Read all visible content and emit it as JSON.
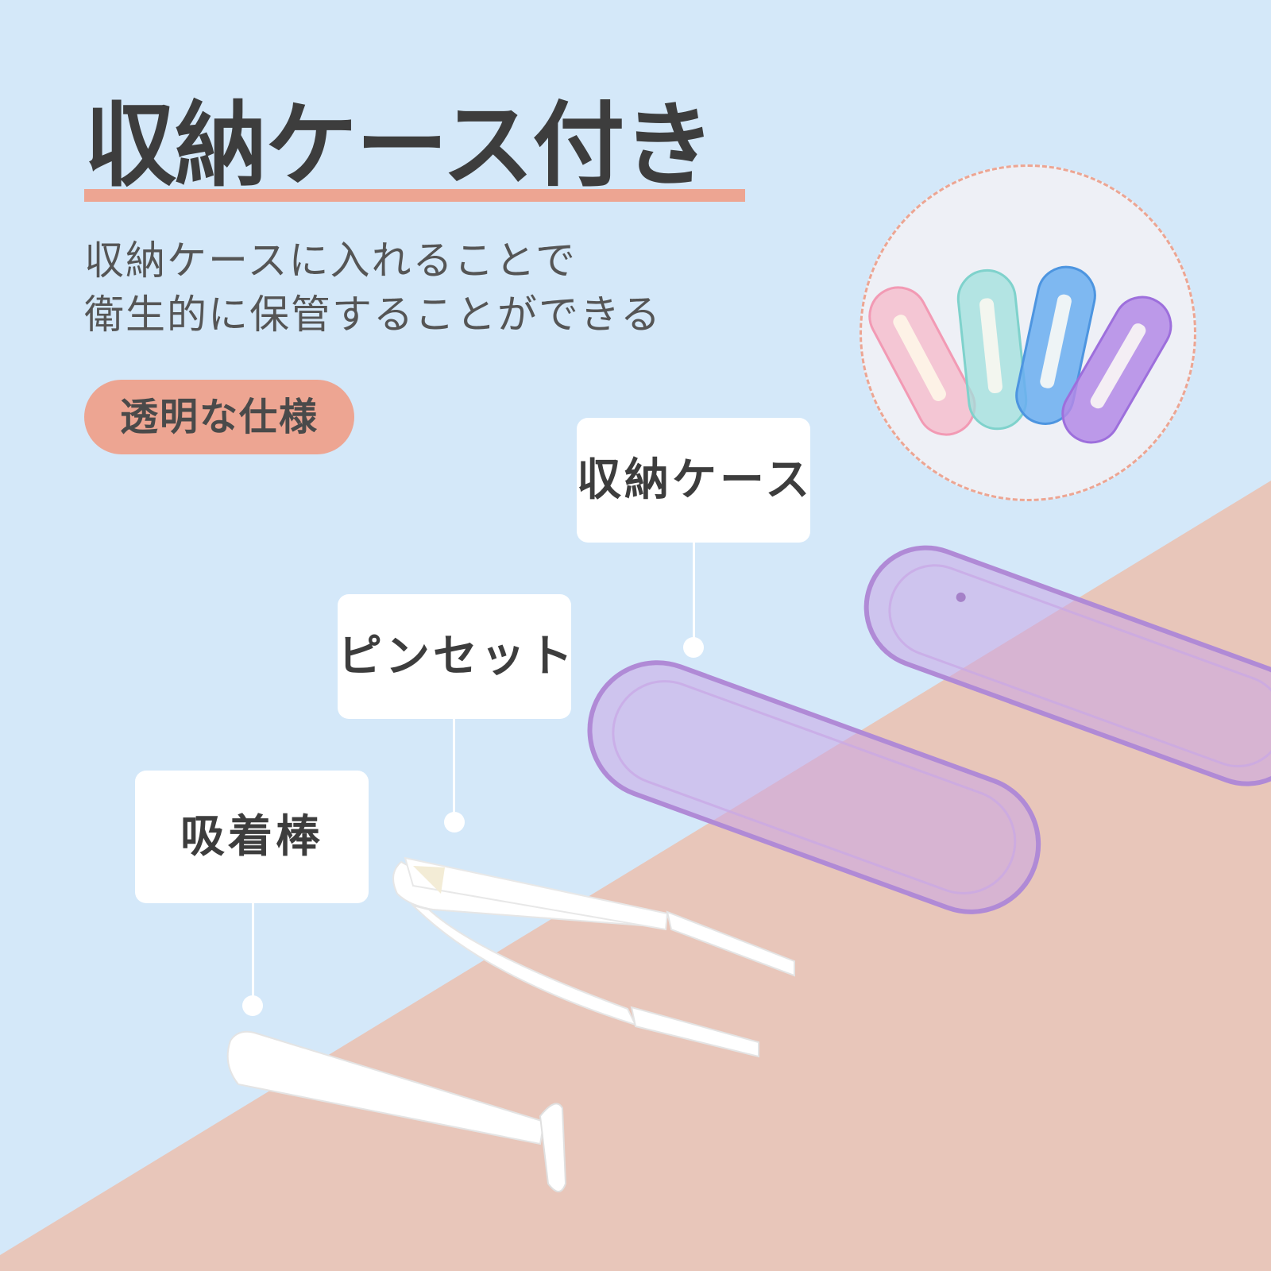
{
  "headline": "収納ケース付き",
  "description": {
    "line1": "収納ケースに入れることで",
    "line2": "衛生的に保管することができる"
  },
  "feature_badge": "透明な仕様",
  "labels": {
    "case": "収納ケース",
    "tweezers": "ピンセット",
    "suction_stick": "吸着棒"
  },
  "colors": {
    "background_blue": "#d4e8f9",
    "background_pink": "#e8c6ba",
    "accent_salmon": "#eda592",
    "text_dark": "#3d3d3d",
    "case_purple": "#b08ad6"
  },
  "inset_case_colors": [
    "#f7b4c6",
    "#9fe0dc",
    "#6aaef0",
    "#b389e6"
  ]
}
